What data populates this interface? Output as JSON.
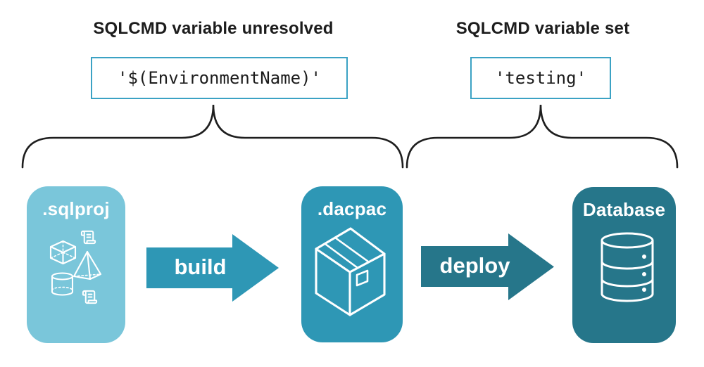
{
  "diagram": {
    "left_group": {
      "heading": "SQLCMD variable unresolved",
      "code": "'$(EnvironmentName)'"
    },
    "right_group": {
      "heading": "SQLCMD variable set",
      "code": "'testing'"
    },
    "pipeline": {
      "stages": [
        {
          "label": ".sqlproj",
          "icon": "sql-objects-icon",
          "color": "#7AC6DA"
        },
        {
          "label": ".dacpac",
          "icon": "package-icon",
          "color": "#2E97B5"
        },
        {
          "label": "Database",
          "icon": "database-icon",
          "color": "#26768A"
        }
      ],
      "arrows": [
        {
          "label": "build",
          "color": "#2E97B5"
        },
        {
          "label": "deploy",
          "color": "#26768A"
        }
      ]
    },
    "colors": {
      "code_box_border": "#3BA2C4",
      "heading_text": "#1C1C1C",
      "brace_stroke": "#1E1E1E",
      "icon_stroke": "#FFFFFF"
    }
  }
}
